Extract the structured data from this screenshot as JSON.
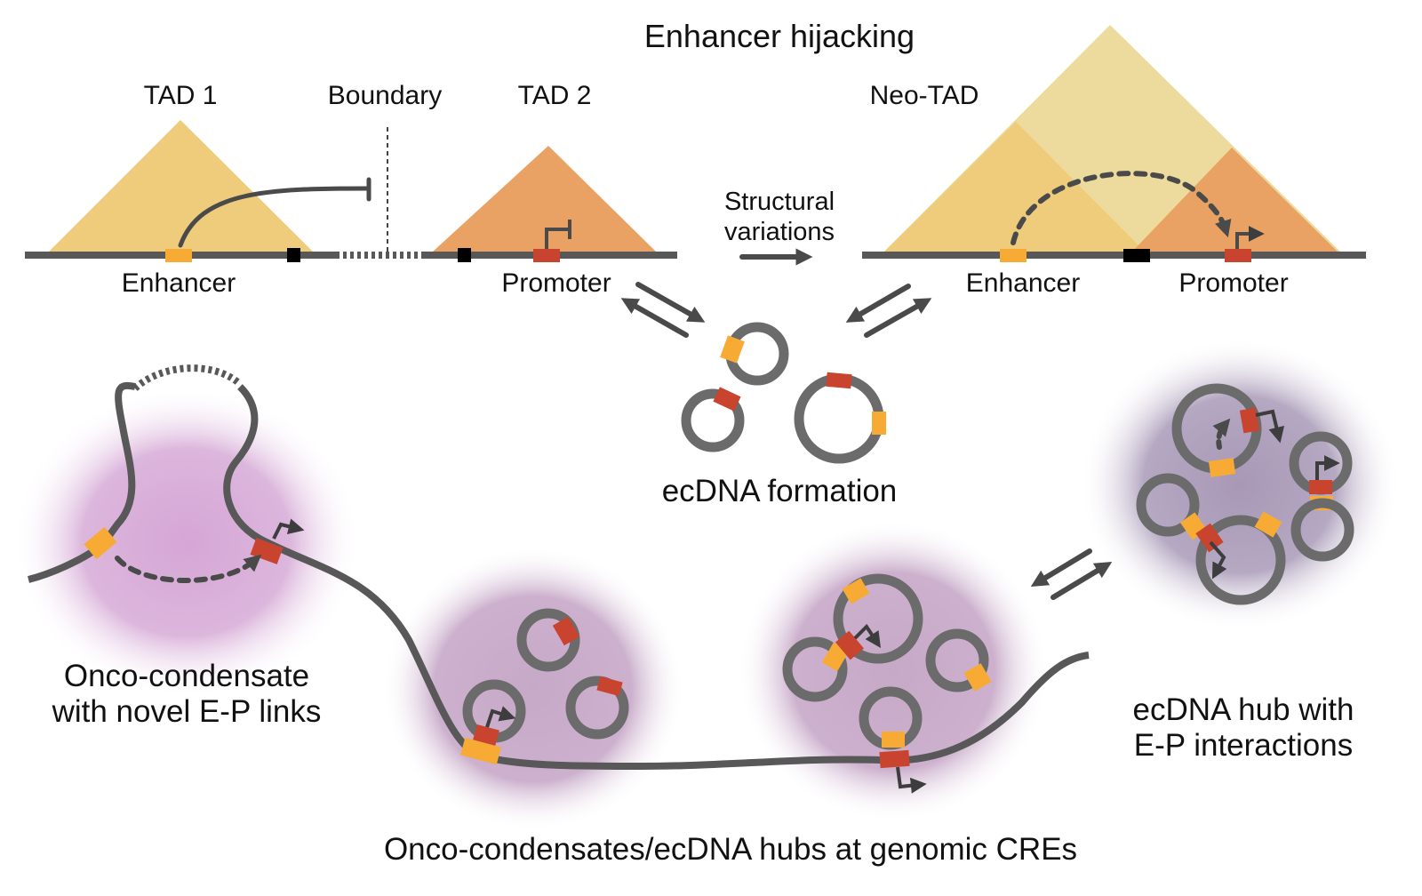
{
  "title": "Enhancer hijacking",
  "colors": {
    "tad1": "#efcb7c",
    "tad2": "#e9a263",
    "neo_tad": "#ecdb9c",
    "enhancer": "#f7ab34",
    "promoter": "#c9442f",
    "boundary": "#000000",
    "dna": "#585858",
    "condensate_pink": "#d7a8d9",
    "condensate_mauve": "#c3a3c6",
    "hub_gray_purple": "#a999b8"
  },
  "top_left": {
    "tad1_label": "TAD 1",
    "boundary_label": "Boundary",
    "tad2_label": "TAD 2",
    "enhancer_label": "Enhancer",
    "promoter_label": "Promoter"
  },
  "transition": {
    "line1": "Structural",
    "line2": "variations"
  },
  "top_right": {
    "neo_tad_label": "Neo-TAD",
    "enhancer_label": "Enhancer",
    "promoter_label": "Promoter"
  },
  "ecdna": {
    "label": "ecDNA formation"
  },
  "bottom": {
    "onco_condensate_line1": "Onco-condensate",
    "onco_condensate_line2": "with novel E-P links",
    "hub_line1": "ecDNA hub with",
    "hub_line2": "E-P interactions",
    "caption": "Onco-condensates/ecDNA hubs at genomic CREs"
  }
}
